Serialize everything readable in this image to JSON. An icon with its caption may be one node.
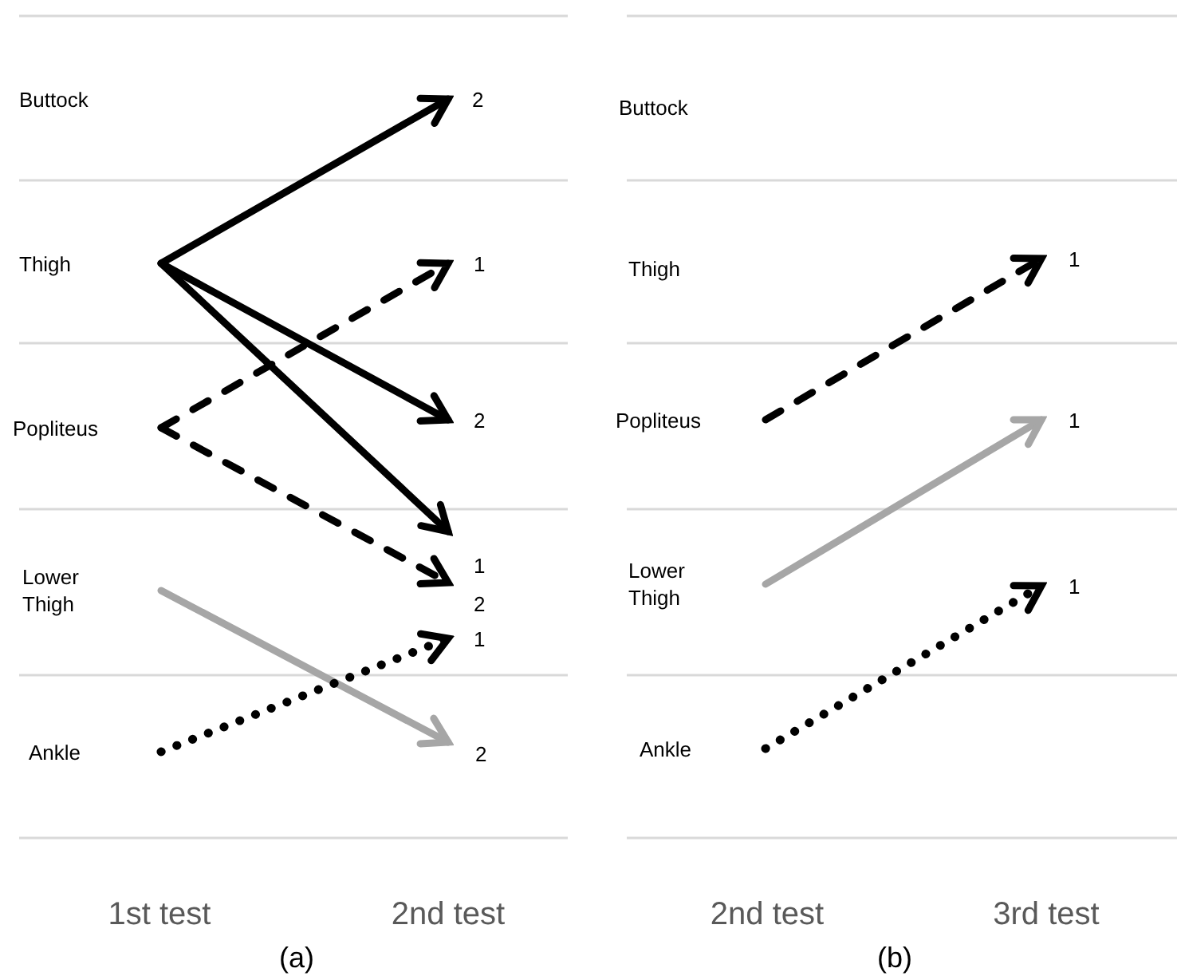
{
  "diagram": {
    "nodes": [
      {
        "text": [
          "Buttock"
        ]
      },
      {
        "text": [
          "Thigh"
        ]
      },
      {
        "text": [
          "Popliteus"
        ]
      },
      {
        "text": [
          "Lower Thigh"
        ]
      },
      {
        "text": [
          "Ankle"
        ]
      },
      {
        "text": [
          "2"
        ]
      },
      {
        "text": [
          "1"
        ]
      },
      {
        "text": [
          "2"
        ]
      },
      {
        "text": [
          "1"
        ]
      },
      {
        "text": [
          "2"
        ]
      },
      {
        "text": [
          "1"
        ]
      },
      {
        "text": [
          "2"
        ]
      },
      {
        "text": [
          "Buttock"
        ]
      },
      {
        "text": [
          "Thigh"
        ]
      },
      {
        "text": [
          "Popliteus"
        ]
      },
      {
        "text": [
          "Lower Thigh"
        ]
      },
      {
        "text": [
          "Ankle"
        ]
      },
      {
        "text": [
          "1"
        ]
      },
      {
        "text": [
          "1"
        ]
      },
      {
        "text": [
          "1"
        ]
      }
    ],
    "edges": [
      {
        "from": 1,
        "to": 5,
        "arrow": "to"
      },
      {
        "from": 1,
        "to": 7,
        "arrow": "to"
      },
      {
        "from": 1,
        "to": 8,
        "arrow": "to"
      },
      {
        "from": 2,
        "to": 6,
        "arrow": "to",
        "style": "dashed"
      },
      {
        "from": 2,
        "to": 9,
        "arrow": "to",
        "style": "dashed"
      },
      {
        "from": 3,
        "to": 11,
        "arrow": "to",
        "color": "#a6a6a6"
      },
      {
        "from": 4,
        "to": 10,
        "arrow": "to",
        "style": "dashed"
      },
      {
        "from": 14,
        "to": 17,
        "arrow": "to",
        "style": "dashed"
      },
      {
        "from": 15,
        "to": 18,
        "arrow": "to",
        "color": "#a6a6a6"
      },
      {
        "from": 16,
        "to": 19,
        "arrow": "to",
        "style": "dashed"
      }
    ],
    "labels": [
      "1st test",
      "2nd test",
      "(a)",
      "2nd test",
      "3rd test",
      "(b)"
    ]
  }
}
